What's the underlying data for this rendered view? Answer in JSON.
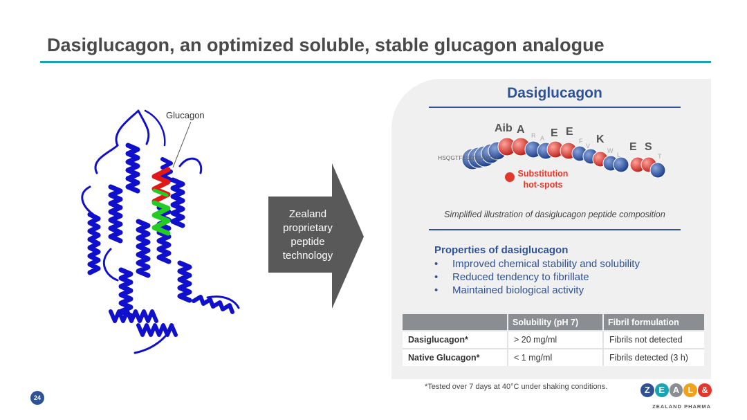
{
  "title": "Dasiglucagon, an optimized soluble, stable glucagon analogue",
  "protein": {
    "label": "Glucagon"
  },
  "arrow_text": "Zealand\nproprietary\npeptide\ntechnology",
  "panel": {
    "title": "Dasiglucagon",
    "peptide": {
      "sequence_prefix": "HSQGTFTSDYSKYLD",
      "large_labels": [
        "Aib",
        "A",
        "E",
        "E",
        "K",
        "E",
        "S"
      ],
      "small_labels": [
        "R",
        "A",
        "F",
        "V",
        "W",
        "L",
        "T"
      ],
      "legend": [
        "Substitution",
        "hot-spots"
      ]
    },
    "caption": "Simplified illustration of dasiglucagon peptide composition",
    "properties": {
      "heading": "Properties of dasiglucagon",
      "items": [
        "Improved chemical stability and solubility",
        "Reduced tendency to fibrillate",
        "Maintained biological activity"
      ]
    },
    "table": {
      "headers": [
        "",
        "Solubility (pH 7)",
        "Fibril formulation"
      ],
      "rows": [
        [
          "Dasiglucagon*",
          "> 20 mg/ml",
          "Fibrils not detected"
        ],
        [
          "Native Glucagon*",
          "< 1 mg/ml",
          "Fibrils detected (3 h)"
        ]
      ]
    }
  },
  "footnote": "*Tested over 7 days at 40°C under shaking conditions.",
  "page_number": "24",
  "logo": {
    "letters": [
      "Z",
      "E",
      "A",
      "L",
      "&"
    ],
    "subtitle": "ZEALAND PHARMA"
  },
  "colors": {
    "title_rule": "#1aa3b3",
    "brand_blue": "#2f5296",
    "substitution_red": "#e2382c",
    "residue_blue": "#2a4d9c",
    "protein_blue": "#1010cc",
    "helix_green": "#22cc22"
  }
}
